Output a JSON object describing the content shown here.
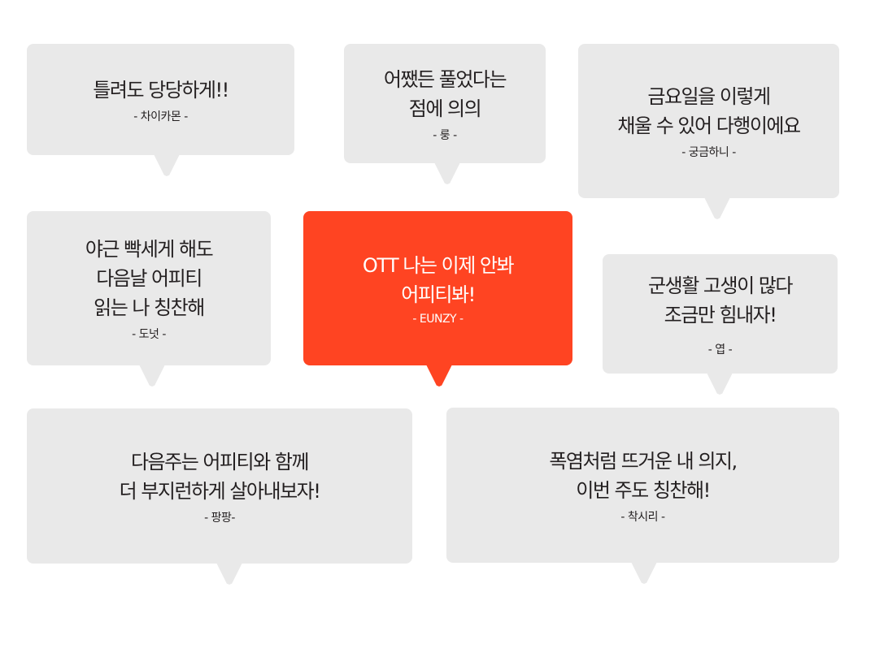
{
  "bubbles": [
    {
      "message": "틀려도 당당하게!!",
      "author": "-  차이카몬 -"
    },
    {
      "message": "어쨌든 풀었다는\n점에 의의",
      "author": "- 룽 -"
    },
    {
      "message": "금요일을 이렇게\n채울 수 있어 다행이에요",
      "author": "- 궁금하니  -"
    },
    {
      "message": "야근 빡세게 해도\n다음날 어피티\n읽는 나 칭찬해",
      "author": "- 도넛 -"
    },
    {
      "message": "OTT 나는 이제 안봐\n어피티봐!",
      "author": "- EUNZY -"
    },
    {
      "message": "군생활 고생이 많다\n조금만 힘내자!",
      "author": "- 엽 -"
    },
    {
      "message": "다음주는 어피티와 함께\n더 부지런하게 살아내보자!",
      "author": "- 팡팡-"
    },
    {
      "message": "폭염처럼 뜨거운 내 의지,\n이번 주도 칭찬해!",
      "author": "- 착시리 -"
    }
  ],
  "colors": {
    "bubble": "#e9e9e9",
    "highlight": "#ff4422",
    "text": "#231f20"
  }
}
